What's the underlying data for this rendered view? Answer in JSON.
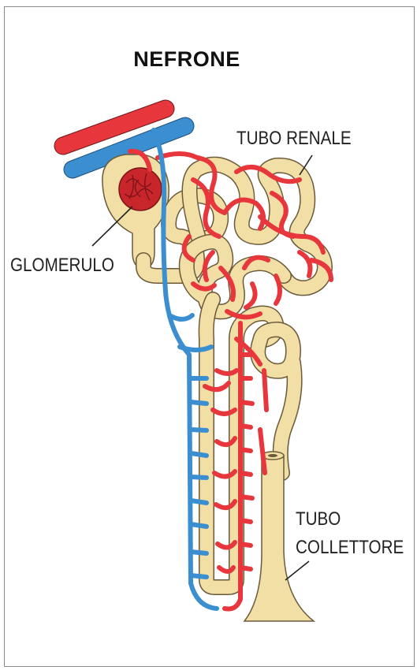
{
  "title": "NEFRONE",
  "labels": {
    "tubo_renale": "TUBO RENALE",
    "glomerulo": "GLOMERULO",
    "tubo_collettore_line1": "TUBO",
    "tubo_collettore_line2": "COLLETTORE"
  },
  "colors": {
    "artery": "#e8363d",
    "vein": "#3b8ed0",
    "tubule": "#f1dfa6",
    "tubule_outline": "#6b5a3a",
    "glomerulus": "#c9262b"
  }
}
